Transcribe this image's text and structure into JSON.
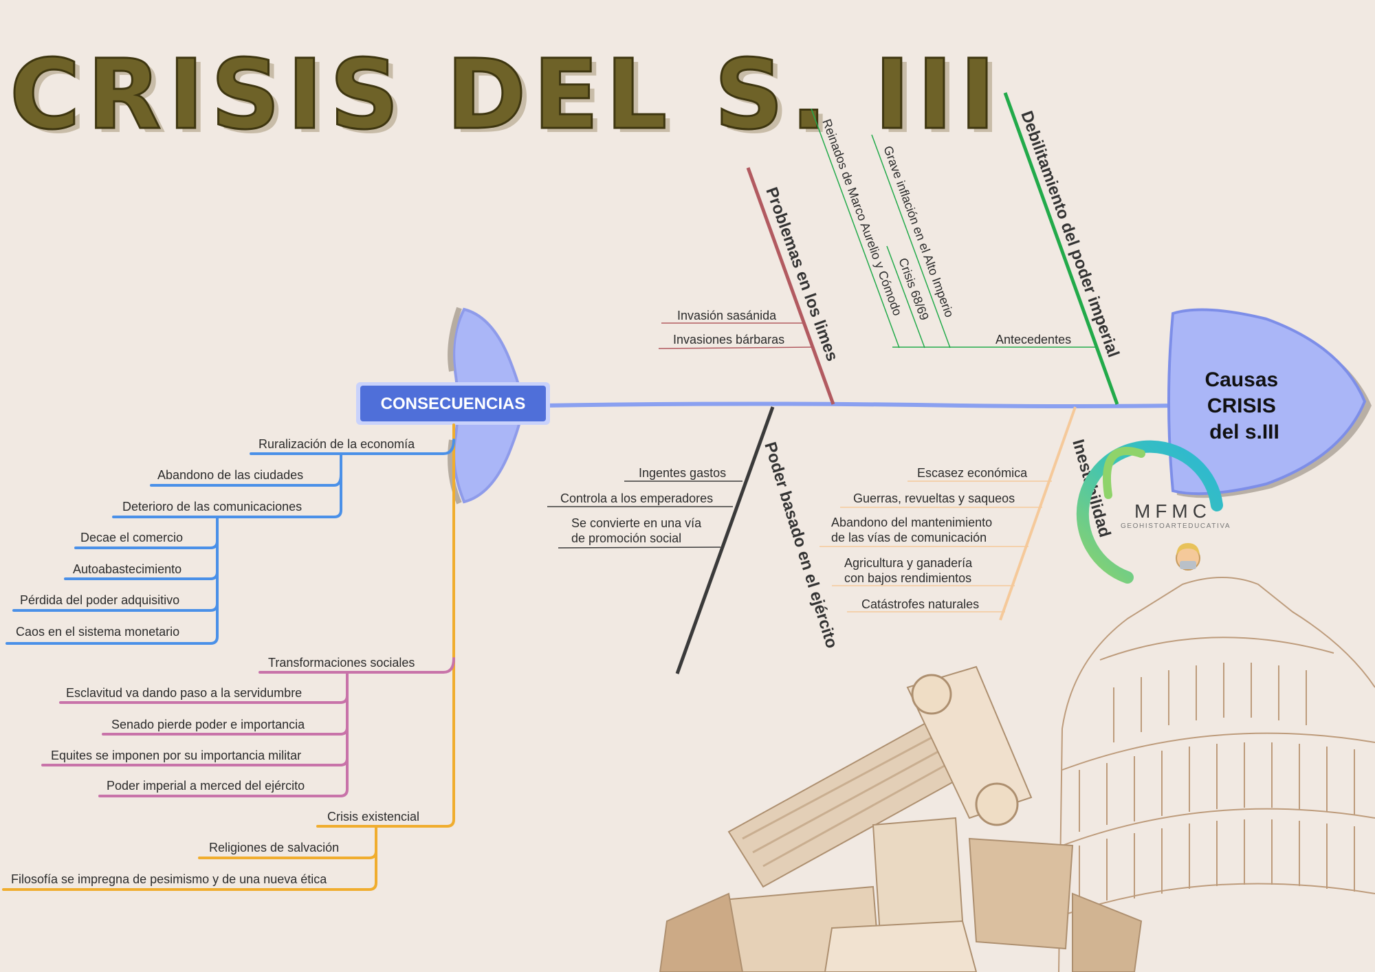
{
  "title": "CRISIS DEL S. III",
  "head": {
    "lines": [
      "Causas",
      "CRISIS",
      "del s.III"
    ]
  },
  "consequences": {
    "label": "CONSECUENCIAS",
    "groups": [
      {
        "label": "Ruralización de la economía",
        "items": [
          "Abandono de las ciudades"
        ]
      },
      {
        "label": "Deterioro de las comunicaciones",
        "items": [
          "Decae el comercio",
          "Autoabastecimiento",
          "Pérdida del poder adquisitivo",
          "Caos en el sistema monetario"
        ]
      },
      {
        "label": "Transformaciones sociales",
        "items": [
          "Esclavitud va dando paso a la servidumbre",
          "Senado pierde poder e importancia",
          "Equites se imponen por su importancia militar",
          "Poder imperial a merced del ejército"
        ]
      },
      {
        "label": "Crisis existencial",
        "items": [
          "Religiones de salvación",
          "Filosofía se impregna de pesimismo y de una nueva ética"
        ]
      }
    ]
  },
  "causes": {
    "debilitamiento": {
      "label": "Debilitamiento del poder imperial",
      "antecedentes": "Antecedentes",
      "sub": [
        "Reinados de Marco Aurelio y Cómodo",
        "Grave inflación en el Alto Imperio",
        "Crisis 68/69"
      ]
    },
    "limes": {
      "label": "Problemas en los limes",
      "items": [
        "Invasión sasánida",
        "Invasiones bárbaras"
      ]
    },
    "ejercito": {
      "label": "Poder basado en el ejército",
      "items": [
        "Ingentes gastos",
        "Controla a los emperadores",
        [
          "Se convierte en una vía",
          "de promoción social"
        ]
      ]
    },
    "inestabilidad": {
      "label": "Inestabilidad",
      "items": [
        "Escasez económica",
        "Guerras, revueltas y saqueos",
        [
          "Abandono del mantenimiento",
          "de las vías de comunicación"
        ],
        [
          "Agricultura y ganadería",
          "con bajos rendimientos"
        ],
        "Catástrofes naturales"
      ]
    }
  },
  "logo": {
    "name": "MFMC",
    "tagline": "GEOHISTOARTEDUCATIVA"
  },
  "colors": {
    "background": "#f1e9e2",
    "spine": "#8aa0f0",
    "head_fill": "#aab6f7",
    "consequences_box": "#4f6fd9",
    "blue_branch": "#4a90e8",
    "pink_branch": "#c873a9",
    "orange_branch": "#f0ad2e",
    "green_branch": "#22aa4a",
    "red_branch": "#b25a60",
    "dark_branch": "#3a3a3a",
    "peach_branch": "#f5c99a"
  }
}
